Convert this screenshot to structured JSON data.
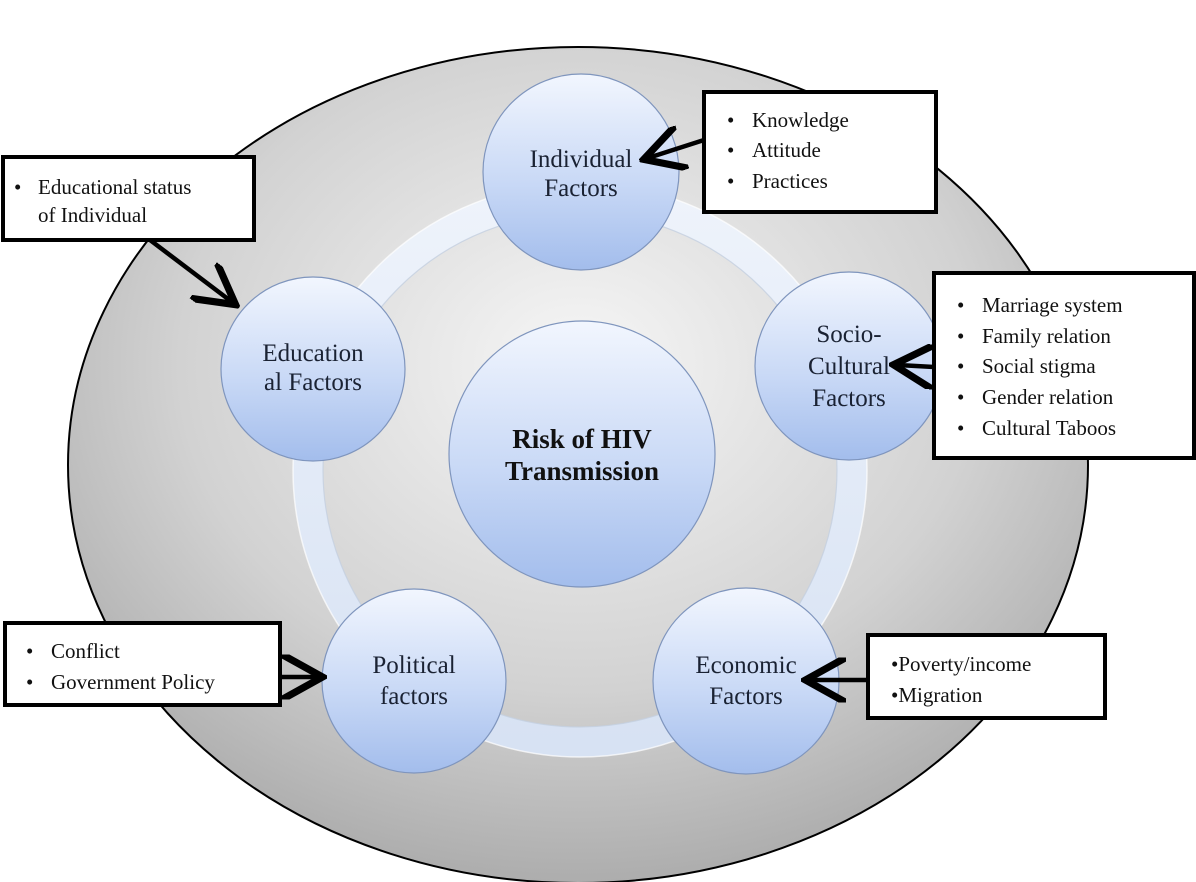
{
  "center": {
    "line1": "Risk of HIV",
    "line2": "Transmission"
  },
  "factors": [
    {
      "id": "individual",
      "line1": "Individual",
      "line2": "Factors"
    },
    {
      "id": "education",
      "line1": "Education",
      "line2": "al Factors"
    },
    {
      "id": "socio-cultural",
      "line1": "Socio-",
      "line2": "Cultural",
      "line3": "Factors"
    },
    {
      "id": "political",
      "line1": "Political",
      "line2": "factors"
    },
    {
      "id": "economic",
      "line1": "Economic",
      "line2": "Factors"
    }
  ],
  "boxes": {
    "education": {
      "items": [
        "Educational status",
        "of Individual"
      ]
    },
    "individual": {
      "items": [
        "Knowledge",
        "Attitude",
        "Practices"
      ]
    },
    "socio_cultural": {
      "items": [
        "Marriage system",
        "Family relation",
        "Social stigma",
        "Gender relation",
        "Cultural Taboos"
      ]
    },
    "political": {
      "items": [
        "Conflict",
        "Government Policy"
      ]
    },
    "economic": {
      "items": [
        "•Poverty/income",
        "•Migration"
      ]
    }
  },
  "colors": {
    "outer_fill_light": "#f4f4f4",
    "outer_fill_dark": "#a9a9a9",
    "ring": "#dfe8f5",
    "node_light": "#eef3fd",
    "node_dark": "#a9c1ee",
    "outline": "#000000"
  }
}
